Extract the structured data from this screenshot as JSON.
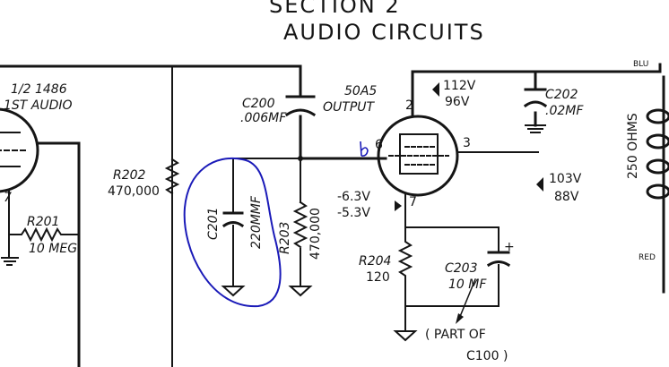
{
  "header": {
    "section": "SECTION 2",
    "subtitle": "AUDIO CIRCUITS"
  },
  "tubes": {
    "v1_line1": "1/2 1486",
    "v1_line2": "1ST AUDIO",
    "v2_type": "50A5",
    "v2_role": "OUTPUT"
  },
  "components": {
    "r201_name": "R201",
    "r201_value": "10 MEG",
    "r202_name": "R202",
    "r202_value": "470,000",
    "r203_name": "R203",
    "r203_value": "470,000",
    "r204_name": "R204",
    "r204_value": "120",
    "c200_name": "C200",
    "c200_value": ".006MF",
    "c201_name": "C201",
    "c201_value": "220MMF",
    "c202_name": "C202",
    "c202_value": ".02MF",
    "c203_name": "C203",
    "c203_value": "10 MF",
    "c203_polarity": "+"
  },
  "voltages": {
    "plate_1": "112V",
    "plate_2": "96V",
    "screen_1": "103V",
    "screen_2": "88V",
    "cathode_1": "-6.3V",
    "cathode_2": "-5.3V"
  },
  "pins": {
    "pin_2": "2",
    "pin_3": "3",
    "pin_6": "6",
    "pin_7": "7"
  },
  "notes": {
    "part_of_1": "( PART OF",
    "part_of_2": "C100 )",
    "transformer": "250 OHMS",
    "blue_lead": "BLU",
    "red_lead": "RED"
  },
  "colors": {
    "ink": "#151515",
    "annotation": "#1a1ab8",
    "paper": "#ffffff"
  }
}
